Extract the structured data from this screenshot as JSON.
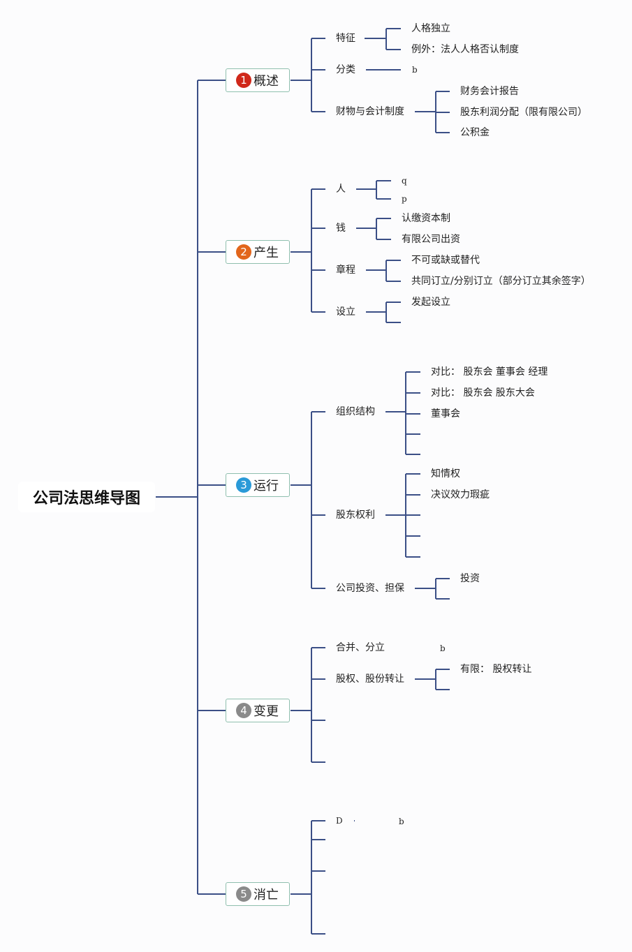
{
  "title": "公司法思维导图",
  "colors": {
    "line": "#3b4f86",
    "node_border": "#8fbfae",
    "badge_1": "#d0281a",
    "badge_2": "#e2661c",
    "badge_3": "#2a9ad8",
    "badge_4": "#8a8a8a",
    "badge_5": "#8a8a8a"
  },
  "branches": [
    {
      "num": "1",
      "label": "概述",
      "children": [
        {
          "label": "特征",
          "children": [
            "人格独立",
            "例外：法人人格否认制度"
          ]
        },
        {
          "label": "分类",
          "children": [
            "b"
          ]
        },
        {
          "label": "财物与会计制度",
          "children": [
            "财务会计报告",
            "股东利润分配（限有限公司）",
            "公积金"
          ]
        }
      ]
    },
    {
      "num": "2",
      "label": "产生",
      "children": [
        {
          "label": "人",
          "children": [
            "q",
            "p"
          ]
        },
        {
          "label": "钱",
          "children": [
            "认缴资本制",
            "有限公司出资"
          ]
        },
        {
          "label": "章程",
          "children": [
            "不可或缺或替代",
            "共同订立/分别订立（部分订立其余签字）"
          ]
        },
        {
          "label": "设立",
          "children": [
            "发起设立",
            ""
          ]
        }
      ]
    },
    {
      "num": "3",
      "label": "运行",
      "children": [
        {
          "label": "组织结构",
          "children": [
            "对比： 股东会 董事会 经理",
            "对比： 股东会 股东大会",
            "董事会",
            "",
            ""
          ]
        },
        {
          "label": "股东权利",
          "children": [
            "知情权",
            "决议效力瑕疵",
            "",
            "",
            ""
          ]
        },
        {
          "label": "公司投资、担保",
          "children": [
            "投资",
            ""
          ]
        }
      ]
    },
    {
      "num": "4",
      "label": "变更",
      "children": [
        {
          "label": "合并、分立",
          "children": [
            "b"
          ]
        },
        {
          "label": "股权、股份转让",
          "children": [
            "有限： 股权转让",
            ""
          ]
        },
        {
          "label": "",
          "children": []
        },
        {
          "label": "",
          "children": []
        }
      ]
    },
    {
      "num": "5",
      "label": "消亡",
      "children": [
        {
          "label": "D",
          "children": [
            "b"
          ]
        },
        {
          "label": "",
          "children": []
        },
        {
          "label": "",
          "children": []
        },
        {
          "label": "",
          "children": []
        }
      ]
    }
  ]
}
